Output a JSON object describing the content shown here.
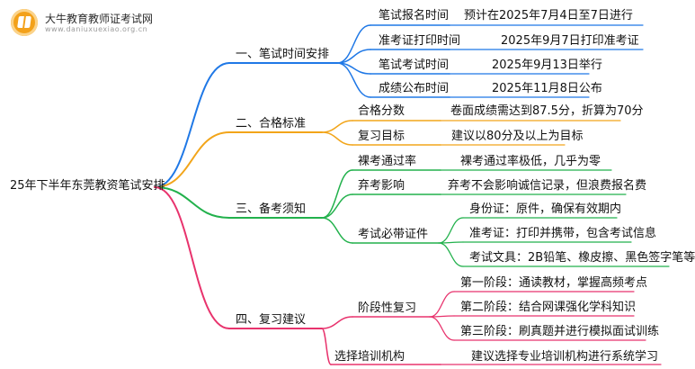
{
  "brand": {
    "name": "大牛教育教师证考试网",
    "url": "www.daniuxuexiao.org.cn"
  },
  "colors": {
    "blue": "#1f78e6",
    "orange": "#f2a51a",
    "green": "#22b14c",
    "pink": "#e8336d"
  },
  "root": {
    "label": "25年下半年东莞教资笔试安排"
  },
  "branches": [
    {
      "label": "一、笔试时间安排",
      "color": "blue",
      "children": [
        {
          "label": "笔试报名时间",
          "detail": "预计在2025年7月4日至7日进行"
        },
        {
          "label": "准考证打印时间",
          "detail": "2025年9月7日打印准考证"
        },
        {
          "label": "笔试考试时间",
          "detail": "2025年9月13日举行"
        },
        {
          "label": "成绩公布时间",
          "detail": "2025年11月8日公布"
        }
      ]
    },
    {
      "label": "二、合格标准",
      "color": "orange",
      "children": [
        {
          "label": "合格分数",
          "detail": "卷面成绩需达到87.5分，折算为70分"
        },
        {
          "label": "复习目标",
          "detail": "建议以80分及以上为目标"
        }
      ]
    },
    {
      "label": "三、备考须知",
      "color": "green",
      "children": [
        {
          "label": "裸考通过率",
          "detail": "裸考通过率极低，几乎为零"
        },
        {
          "label": "弃考影响",
          "detail": "弃考不会影响诚信记录，但浪费报名费"
        },
        {
          "label": "考试必带证件",
          "items": [
            "身份证：原件，确保有效期内",
            "准考证：打印并携带，包含考试信息",
            "考试文具：2B铅笔、橡皮擦、黑色签字笔等"
          ]
        }
      ]
    },
    {
      "label": "四、复习建议",
      "color": "pink",
      "children": [
        {
          "label": "阶段性复习",
          "items": [
            "第一阶段：通读教材，掌握高频考点",
            "第二阶段：结合网课强化学科知识",
            "第三阶段：刷真题并进行模拟面试训练"
          ]
        },
        {
          "label": "选择培训机构",
          "detail": "建议选择专业培训机构进行系统学习"
        }
      ]
    }
  ]
}
